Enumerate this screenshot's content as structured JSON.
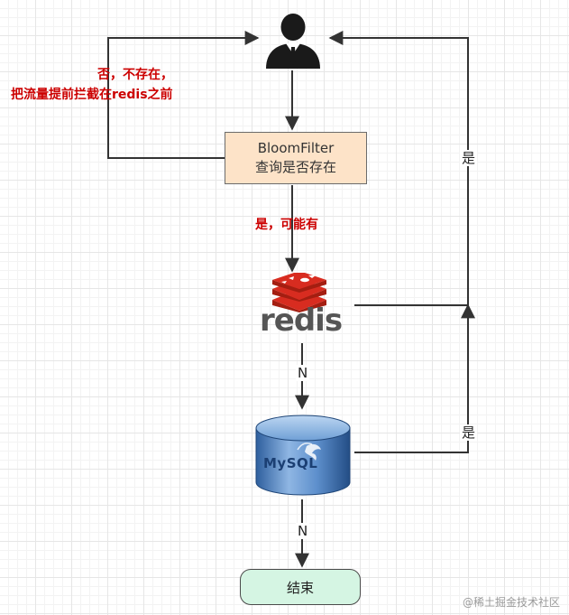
{
  "diagram": {
    "bloom_filter": {
      "title": "BloomFilter",
      "subtitle": "查询是否存在"
    },
    "note_no": {
      "line1": "否，不存在，",
      "line2": "把流量提前拦截在redis之前"
    },
    "label_maybe": "是，可能有",
    "redis_logo_text": "redis",
    "mysql_logo_text": "MySQL",
    "label_n_after_redis": "N",
    "label_n_after_mysql": "N",
    "label_yes_redis": "是",
    "label_yes_mysql": "是",
    "end_label": "结束",
    "watermark": "@稀土掘金技术社区",
    "colors": {
      "red_note": "#cc0000",
      "bloom_fill": "#fde3c8",
      "end_fill": "#d5f5e3",
      "redis_red": "#d82c20",
      "line": "#333333"
    },
    "icons": {
      "user": "user-avatar-icon",
      "redis": "redis-logo-icon",
      "mysql": "mysql-database-icon"
    }
  }
}
